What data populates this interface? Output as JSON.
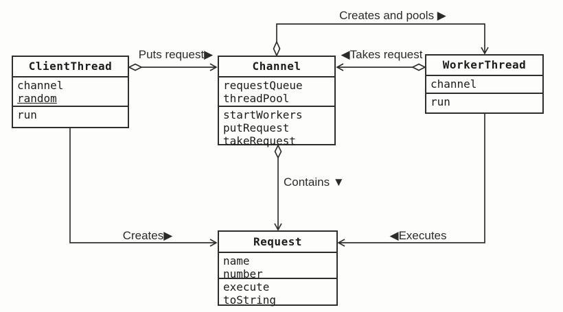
{
  "colors": {
    "background": "#fdfdfc",
    "line": "#2e2e2e",
    "text": "#1c1c1c"
  },
  "classes": {
    "client_thread": {
      "name": "ClientThread",
      "attributes": [
        {
          "text": "channel",
          "underline": false
        },
        {
          "text": "random",
          "underline": true
        }
      ],
      "methods": [
        {
          "text": "run"
        }
      ]
    },
    "channel": {
      "name": "Channel",
      "attributes": [
        {
          "text": "requestQueue",
          "underline": false
        },
        {
          "text": "threadPool",
          "underline": false
        }
      ],
      "methods": [
        {
          "text": "startWorkers"
        },
        {
          "text": "putRequest"
        },
        {
          "text": "takeRequest"
        }
      ]
    },
    "worker_thread": {
      "name": "WorkerThread",
      "attributes": [
        {
          "text": "channel",
          "underline": false
        }
      ],
      "methods": [
        {
          "text": "run"
        }
      ]
    },
    "request": {
      "name": "Request",
      "attributes": [
        {
          "text": "name",
          "underline": false
        },
        {
          "text": "number",
          "underline": false
        }
      ],
      "methods": [
        {
          "text": "execute"
        },
        {
          "text": "toString"
        }
      ]
    }
  },
  "relationships": {
    "creates_and_pools": {
      "label": "Creates and pools ▶",
      "from": "Channel",
      "to": "WorkerThread",
      "kind": "aggregation"
    },
    "puts_request": {
      "label": "Puts request▶",
      "from": "ClientThread",
      "to": "Channel",
      "kind": "aggregation"
    },
    "takes_request": {
      "label": "◀Takes request",
      "from": "WorkerThread",
      "to": "Channel",
      "kind": "aggregation"
    },
    "contains": {
      "label": "Contains ▼",
      "from": "Channel",
      "to": "Request",
      "kind": "aggregation"
    },
    "creates": {
      "label": "Creates▶",
      "from": "ClientThread",
      "to": "Request",
      "kind": "association"
    },
    "executes": {
      "label": "◀Executes",
      "from": "WorkerThread",
      "to": "Request",
      "kind": "association"
    }
  }
}
